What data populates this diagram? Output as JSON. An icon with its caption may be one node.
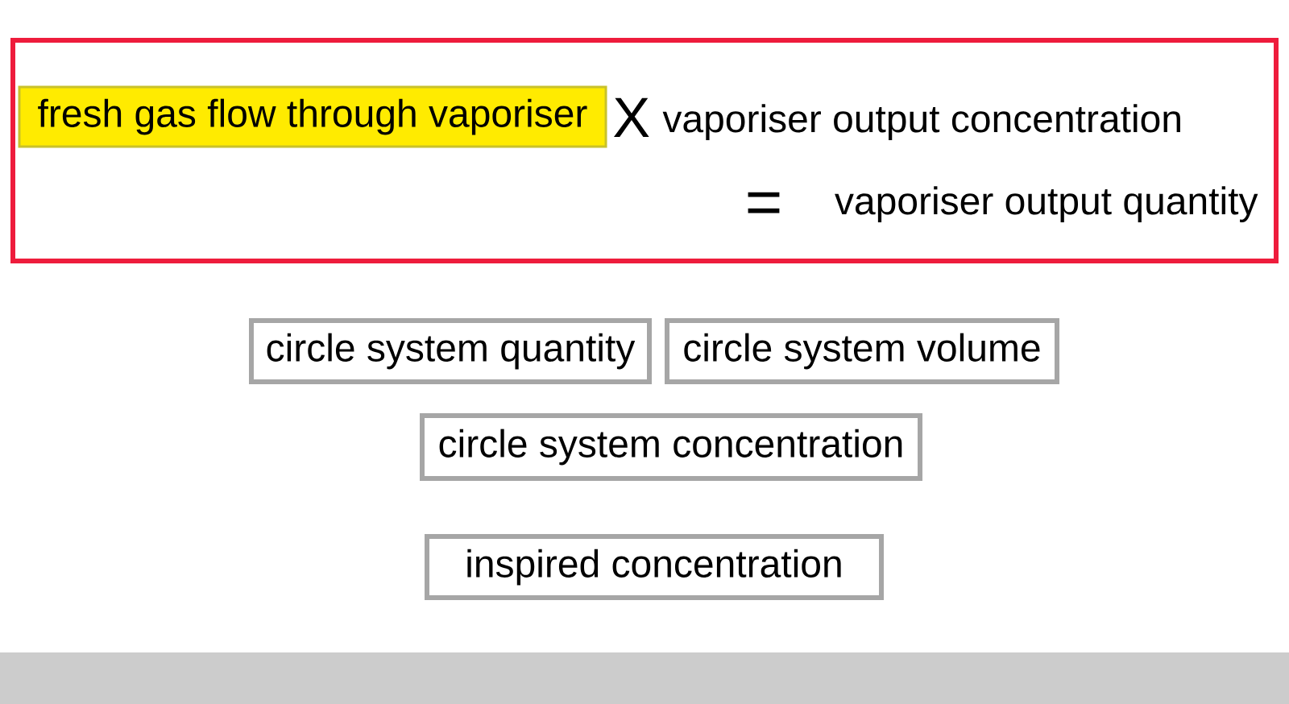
{
  "diagram": {
    "nodes": [
      {
        "text": [
          "X",
          "vaporiser output concentration",
          "=",
          "vaporiser output quantity"
        ]
      },
      {
        "text": [
          "fresh gas flow through vaporiser"
        ],
        "in": 0
      },
      {
        "text": [
          "circle system quantity"
        ]
      },
      {
        "text": [
          "circle system volume"
        ]
      },
      {
        "text": [
          "circle system concentration"
        ]
      },
      {
        "text": [
          "inspired concentration"
        ]
      }
    ]
  }
}
